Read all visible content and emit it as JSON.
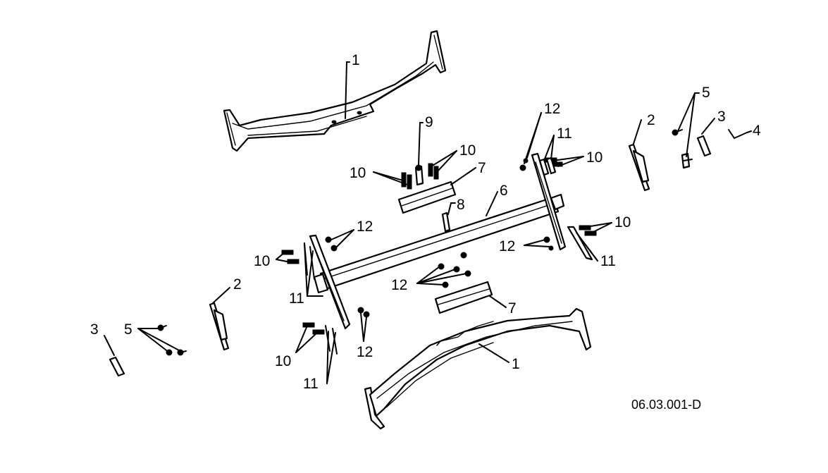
{
  "diagram": {
    "reference_code": "06.03.001-D",
    "callouts": {
      "front_bumper": "1",
      "rear_bumper": "1",
      "left_endcap": "2",
      "right_endcap": "2",
      "left_small_plate": "3",
      "right_small_plate": "3",
      "rod": "4",
      "left_bolts": "5",
      "right_bolts": "5",
      "tube": "6",
      "upper_bracket": "7",
      "lower_bracket": "7",
      "pin_8": "8",
      "pin_9": "9",
      "screws_10_upper_left": "10",
      "screws_10_upper_mid": "10",
      "screws_10_upper_right": "10",
      "screws_10_right": "10",
      "screws_10_left": "10",
      "screws_10_lower": "10",
      "clips_11_upper_right": "11",
      "clips_11_right": "11",
      "clips_11_left": "11",
      "clips_11_lower": "11",
      "nuts_12_upper_right": "12",
      "nuts_12_upper_left": "12",
      "nuts_12_right": "12",
      "nuts_12_center": "12",
      "nuts_12_lower": "12"
    }
  }
}
